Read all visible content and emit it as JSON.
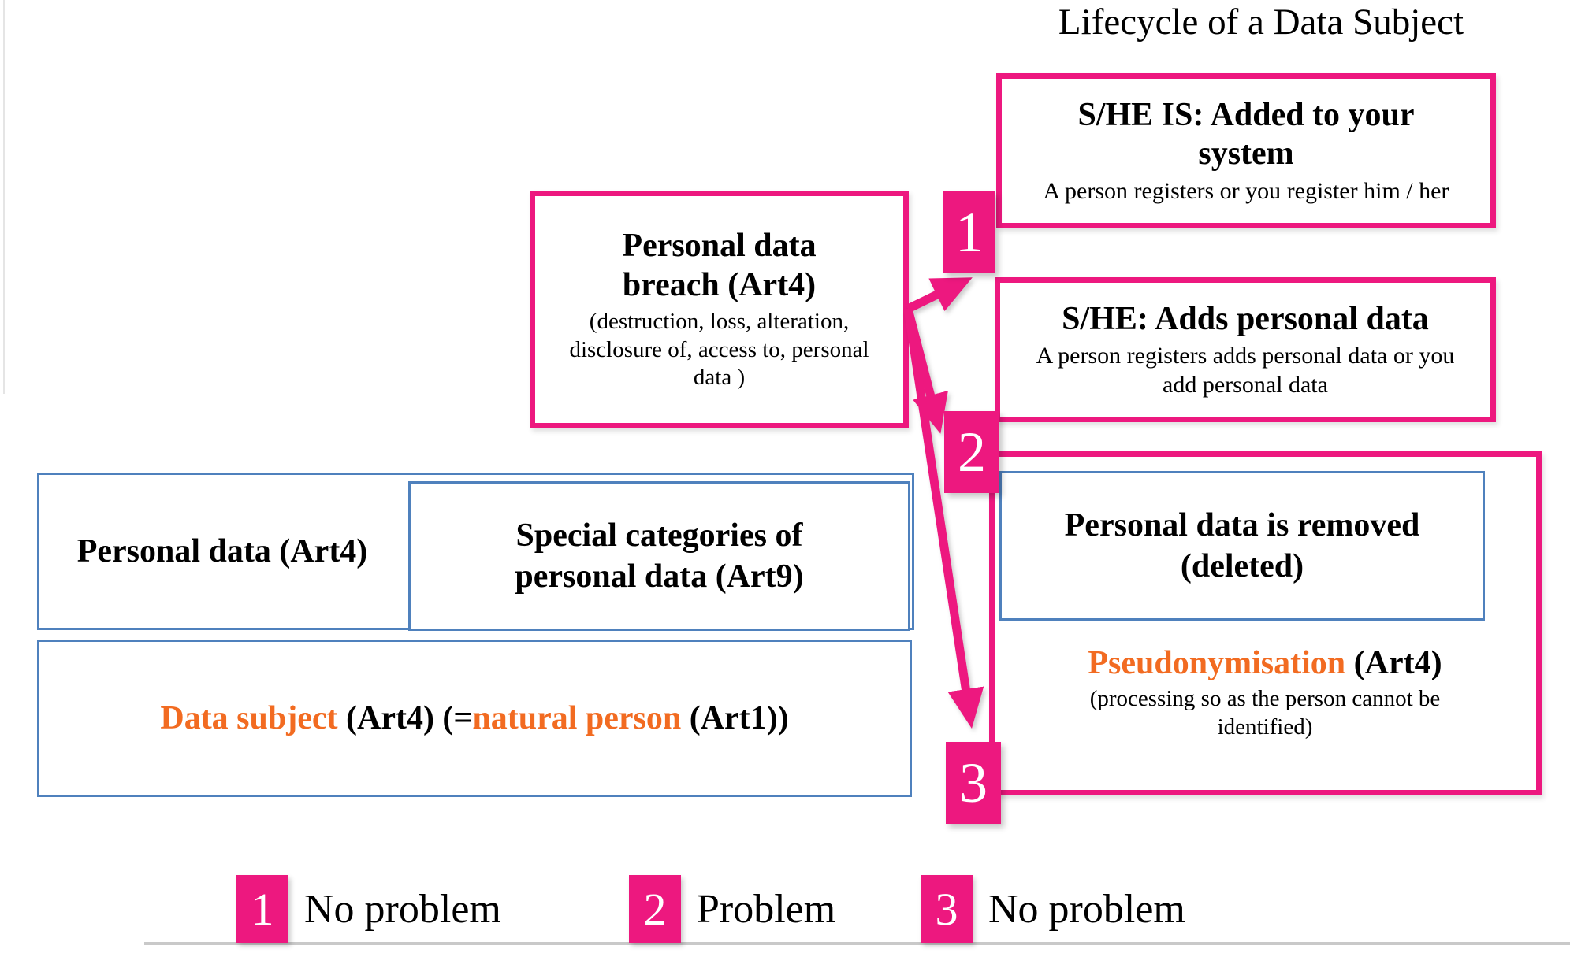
{
  "colors": {
    "pink": "#ED187F",
    "blue": "#4F81BD",
    "orange": "#F26B21",
    "gray_line": "#C9C9C9"
  },
  "title": "Lifecycle of a Data Subject",
  "boxes": {
    "added": {
      "heading": "S/HE IS: Added to your system",
      "subtitle": "A person registers or you register him / her"
    },
    "adds": {
      "heading": "S/HE: Adds personal data",
      "subtitle": "A person registers adds personal data or you  add personal data"
    },
    "breach": {
      "heading": "Personal data breach (Art4)",
      "subtitle": "(destruction, loss, alteration, disclosure of, access to, personal data )"
    },
    "personal_data": {
      "label": "Personal data (Art4)"
    },
    "special": {
      "label": "Special categories of personal data (Art9)"
    },
    "data_subject": {
      "seg_orange1": "Data subject ",
      "seg_black1": "(Art4) (=",
      "seg_orange2": "natural person ",
      "seg_black2": "(Art1))"
    },
    "removed": {
      "label": "Personal data is removed (deleted)"
    },
    "pseudo": {
      "heading_orange": "Pseudonymisation",
      "heading_black": " (Art4)",
      "subtitle": "(processing so as the person cannot be identified)"
    }
  },
  "badges": {
    "one": "1",
    "two": "2",
    "three": "3"
  },
  "legend": [
    {
      "num": "1",
      "label": "No problem"
    },
    {
      "num": "2",
      "label": "Problem"
    },
    {
      "num": "3",
      "label": "No problem"
    }
  ]
}
